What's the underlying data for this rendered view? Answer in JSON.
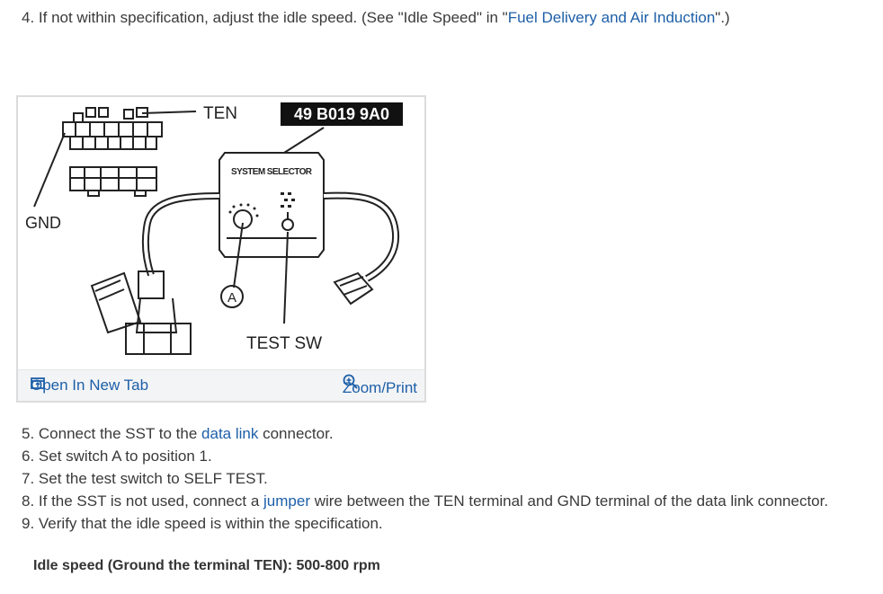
{
  "step4": {
    "prefix": "4. If not within specification, adjust the idle speed. (See \"Idle Speed\" in \"",
    "link": "Fuel Delivery and Air Induction",
    "suffix": "\".)"
  },
  "figure": {
    "label_ten": "TEN",
    "label_part": "49 B019 9A0",
    "label_gnd": "GND",
    "label_selector": "SYSTEM SELECTOR",
    "label_a": "A",
    "label_test_sw": "TEST SW",
    "open_tab": "Open In New Tab",
    "zoom_print": "Zoom/Print",
    "icons": {
      "open_tab": "open-in-new-tab-icon",
      "zoom": "zoom-in-icon"
    }
  },
  "steps": [
    {
      "prefix": "5. Connect the SST to the ",
      "link": "data link",
      "suffix": " connector."
    },
    {
      "prefix": "6. Set switch A to position 1.",
      "link": "",
      "suffix": ""
    },
    {
      "prefix": "7. Set the test switch to SELF TEST.",
      "link": "",
      "suffix": ""
    },
    {
      "prefix": "8. If the SST is not used, connect a ",
      "link": "jumper",
      "suffix": " wire between the TEN terminal and GND terminal of the data link connector."
    },
    {
      "prefix": "9. Verify that the idle speed is within the specification.",
      "link": "",
      "suffix": ""
    }
  ],
  "spec": "Idle speed (Ground the terminal TEN): 500-800 rpm",
  "colors": {
    "link": "#1d5fa8",
    "text": "#3a3a3a",
    "bar": "#f3f4f6"
  }
}
